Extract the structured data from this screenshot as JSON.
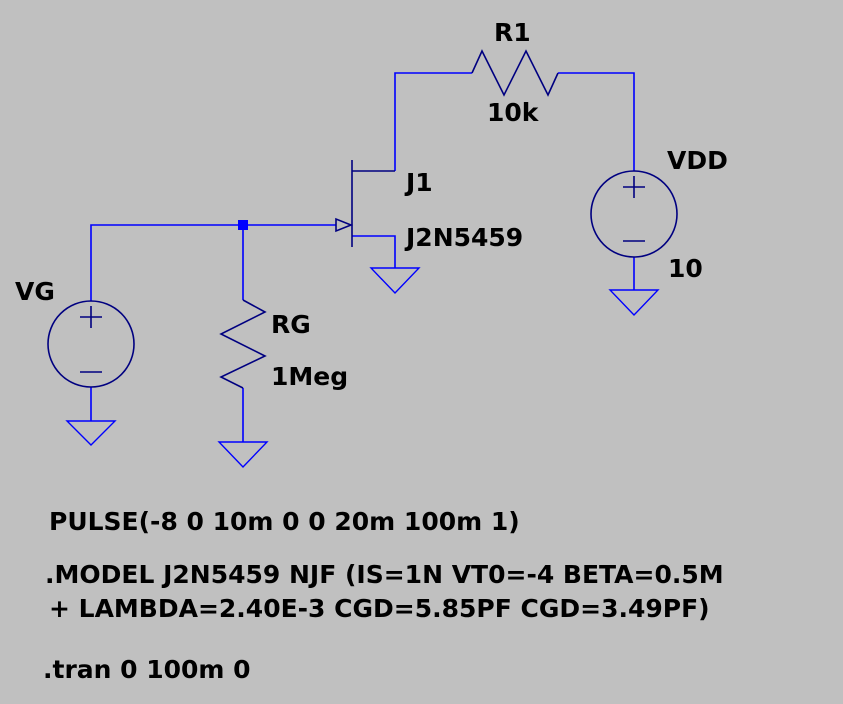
{
  "components": {
    "r1": {
      "name": "R1",
      "value": "10k"
    },
    "vdd": {
      "name": "VDD",
      "value": "10"
    },
    "j1": {
      "name": "J1",
      "model": "J2N5459"
    },
    "vg": {
      "name": "VG",
      "value": "PULSE(-8 0 10m 0 0 20m 100m 1)"
    },
    "rg": {
      "name": "RG",
      "value": "1Meg"
    }
  },
  "directives": {
    "model_line1": ".MODEL J2N5459 NJF (IS=1N VT0=-4 BETA=0.5M",
    "model_line2": "+ LAMBDA=2.40E-3 CGD=5.85PF CGD=3.49PF)",
    "tran": ".tran 0 100m 0"
  },
  "colors": {
    "background": "#c0c0c0",
    "wire": "#0000ff",
    "symbol": "#000080",
    "text": "#000000"
  }
}
